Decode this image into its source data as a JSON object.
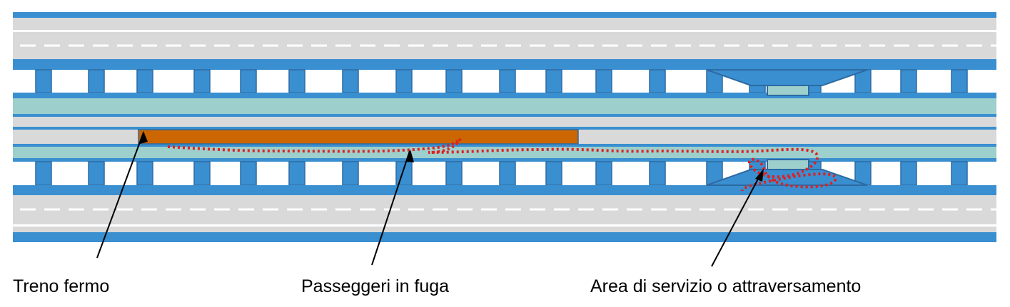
{
  "colors": {
    "blue": "#3a8fd0",
    "blue_dark": "#2d6aa3",
    "road": "#d9d9d9",
    "track": "#9dcfcc",
    "train": "#cc6600",
    "path": "#e02020",
    "line": "#000000"
  },
  "labels": {
    "train": "Treno fermo",
    "passengers": "Passeggeri in fuga",
    "service_area": "Area di servizio o attraversamento"
  }
}
